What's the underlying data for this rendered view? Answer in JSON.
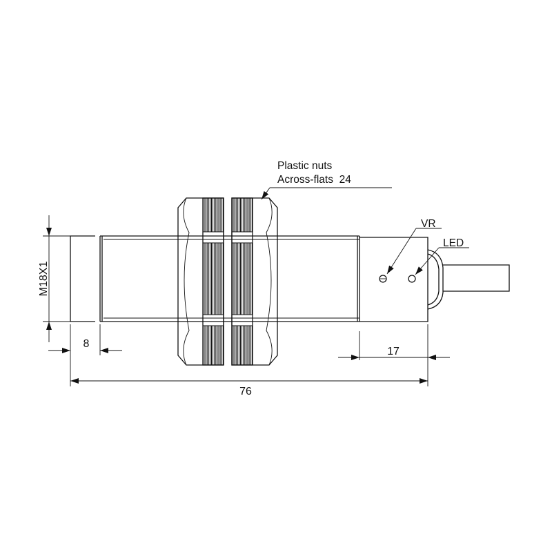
{
  "labels": {
    "nut_line1": "Plastic nuts",
    "nut_line2": "Across-flats  24",
    "vr": "VR",
    "led": "LED",
    "thread": "M18X1",
    "dim_front": "8",
    "dim_rear": "17",
    "dim_total": "76"
  }
}
